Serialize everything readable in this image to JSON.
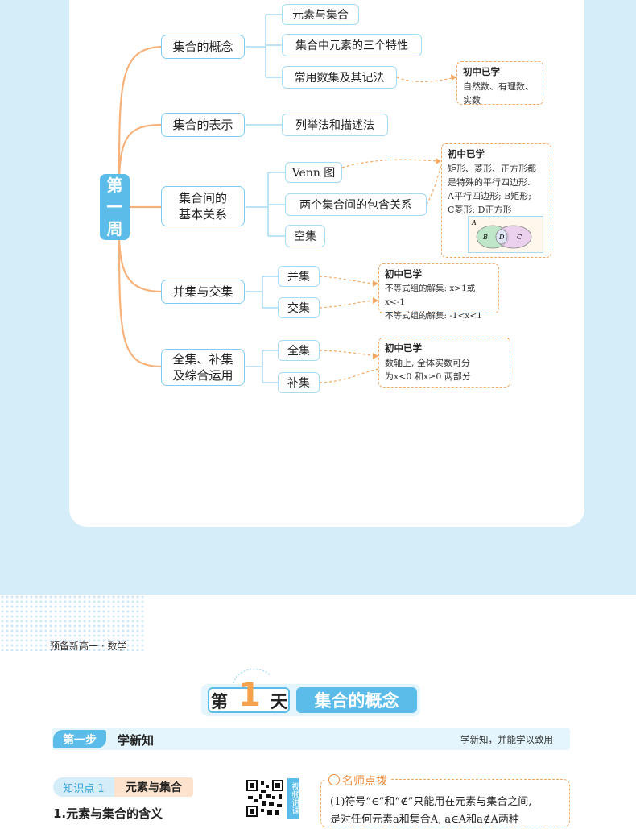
{
  "mindmap": {
    "week_label": "第一周",
    "branches": [
      {
        "label": "集合的概念",
        "children": [
          "元素与集合",
          "集合中元素的三个特性",
          "常用数集及其记法"
        ]
      },
      {
        "label": "集合的表示",
        "children": [
          "列举法和描述法"
        ]
      },
      {
        "label": "集合间的基本关系",
        "children": [
          "Venn 图",
          "两个集合间的包含关系",
          "空集"
        ]
      },
      {
        "label": "并集与交集",
        "children": [
          "并集",
          "交集"
        ]
      },
      {
        "label": "全集、补集及综合运用",
        "children": [
          "全集",
          "补集"
        ]
      }
    ],
    "notes": [
      {
        "title": "初中已学",
        "body": "自然数、有理数、\n实数"
      },
      {
        "title": "初中已学",
        "body": "矩形、菱形、正方形都\n是特殊的平行四边形.\nA平行四边形; B矩形;\nC菱形; D正方形"
      },
      {
        "title": "初中已学",
        "body": "不等式组的解集: x>1或x<-1\n不等式组的解集: -1<x<1"
      },
      {
        "title": "初中已学",
        "body": "数轴上, 全体实数可分\n为x<0 和x≥0 两部分"
      }
    ],
    "venn_labels": [
      "A",
      "B",
      "D",
      "C"
    ]
  },
  "page": {
    "header": "预备新高一 · 数学",
    "day_prefix": "第",
    "day_number": "1",
    "day_suffix": "天",
    "day_title": "集合的概念",
    "step_tag": "第一步",
    "step_name": "学新知",
    "step_desc": "学新知，并能学以致用",
    "knowledge_tag": "知识点 1",
    "knowledge_name": "元素与集合",
    "section_title": "1.元素与集合的含义",
    "qr_label": "视频讲课",
    "tips_title": "名师点拨",
    "tips_line1": "(1)符号“∈”和“∉”只能用在元素与集合之间,",
    "tips_line2": "是对任何元素a和集合A, a∈A和a∉A两种"
  },
  "colors": {
    "accent_blue": "#5bbce9",
    "accent_orange": "#f3a963",
    "bg_blue": "#d5ecf9"
  }
}
